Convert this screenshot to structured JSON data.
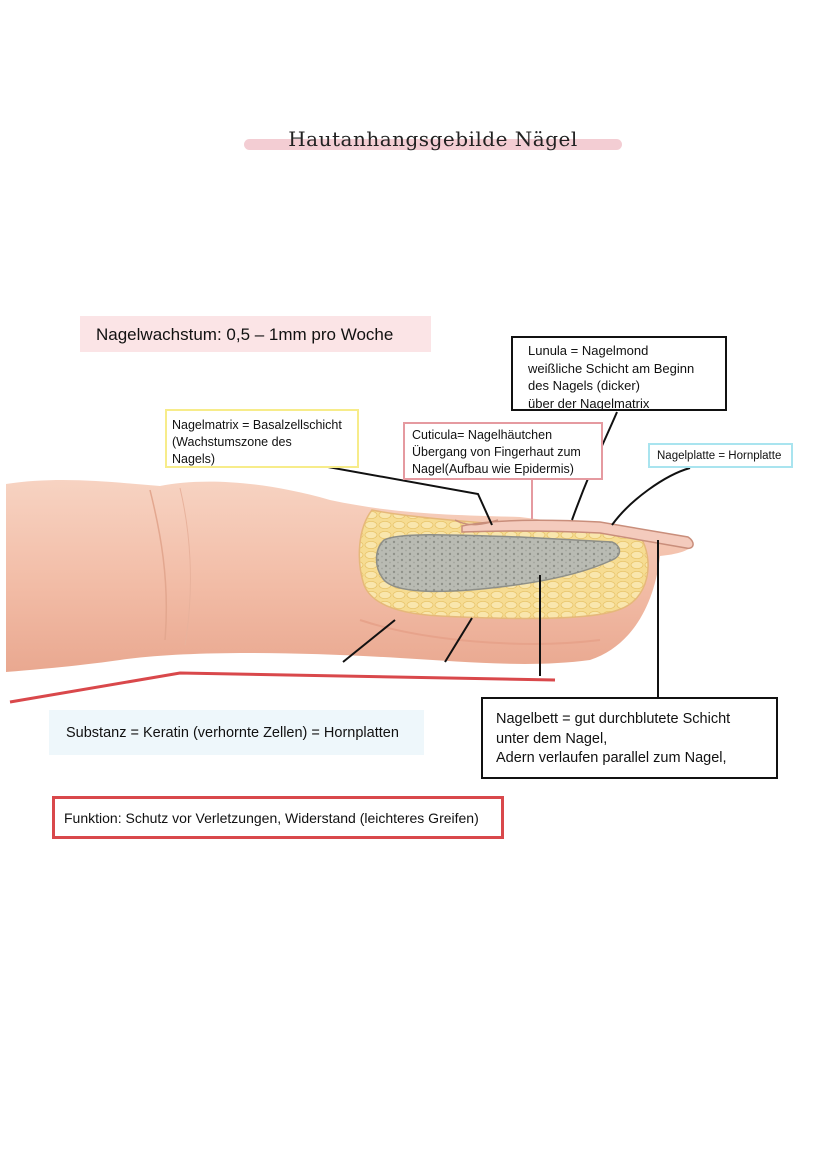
{
  "title": "Hautanhangsgebilde Nägel",
  "growth": "Nagelwachstum: 0,5 – 1mm pro Woche",
  "labels": {
    "lunula": [
      "Lunula = Nagelmond",
      "weißliche Schicht am Beginn",
      "des Nagels (dicker)",
      "über der Nagelmatrix"
    ],
    "matrix": [
      "Nagelmatrix = Basalzellschicht",
      "(Wachstumszone des",
      "Nagels)"
    ],
    "cuticula": [
      "Cuticula= Nagelhäutchen",
      "Übergang von Fingerhaut zum",
      "Nagel(Aufbau wie Epidermis)"
    ],
    "platte": "Nagelplatte = Hornplatte",
    "bett": [
      "Nagelbett = gut durchblutete Schicht",
      "unter dem Nagel,",
      "Adern verlaufen parallel zum Nagel,"
    ]
  },
  "substanz": "Substanz = Keratin (verhornte Zellen) = Hornplatten",
  "funktion": "Funktion: Schutz vor Verletzungen, Widerstand (leichteres Greifen)",
  "colors": {
    "title_highlight": "#f3cdd3",
    "growth_bg": "#fbe4e6",
    "matrix_border": "#f7ec8a",
    "cuticula_border": "#e59aa0",
    "platte_border": "#a9e4ef",
    "substanz_bg": "#eef7fb",
    "funktion_border": "#d9484b",
    "skin": "#f4c3ad",
    "fat": "#f6df9a",
    "bone": "#b7b9b2"
  }
}
